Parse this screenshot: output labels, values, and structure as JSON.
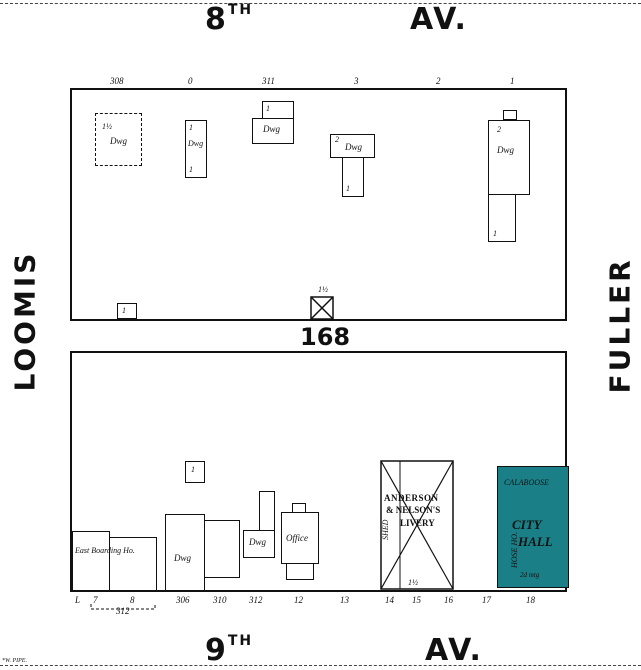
{
  "streets": {
    "top_number": "8",
    "top_suffix": "TH",
    "top_av": "AV.",
    "bottom_number": "9",
    "bottom_suffix": "TH",
    "bottom_av": "AV.",
    "left": "LOOMIS",
    "right": "FULLER"
  },
  "block_number": "168",
  "top_block": {
    "lot_numbers": [
      "308",
      "0",
      "311",
      "3",
      "2",
      "1"
    ],
    "buildings": [
      {
        "label": "Dwg",
        "story_top": "1½",
        "story_bottom": ""
      },
      {
        "label": "Dwg",
        "story_top": "1",
        "story_bottom": "1"
      },
      {
        "label": "Dwg",
        "story_top": "1",
        "story_bottom": ""
      },
      {
        "label": "Dwg",
        "story_top": "2",
        "story_bottom": "1"
      },
      {
        "label": "Dwg",
        "story_top": "2",
        "story_bottom": "1"
      }
    ],
    "small_shed": "1",
    "water_tank": "1½"
  },
  "bottom_block": {
    "east_boarding": "East Boarding Ho.",
    "dwg_1": "Dwg",
    "dwg_2": "Dwg",
    "office": "Office",
    "livery": [
      "ANDERSON",
      "& NELSON'S",
      "LIVERY"
    ],
    "shed": "SHED",
    "calaboose": "CALABOOSE",
    "city_hall": [
      "CITY",
      "HALL"
    ],
    "hose_ho": "HOSE HO.",
    "second_mtg": "2d mtg",
    "livery_story": "1½",
    "small_bld": "1",
    "lot_numbers": [
      "7",
      "8",
      "306",
      "310",
      "312",
      "12",
      "13",
      "14",
      "15",
      "16",
      "17",
      "18"
    ],
    "bracket_label": "312",
    "lot_prefix": "L"
  },
  "footer_note": "*W. PIPE."
}
